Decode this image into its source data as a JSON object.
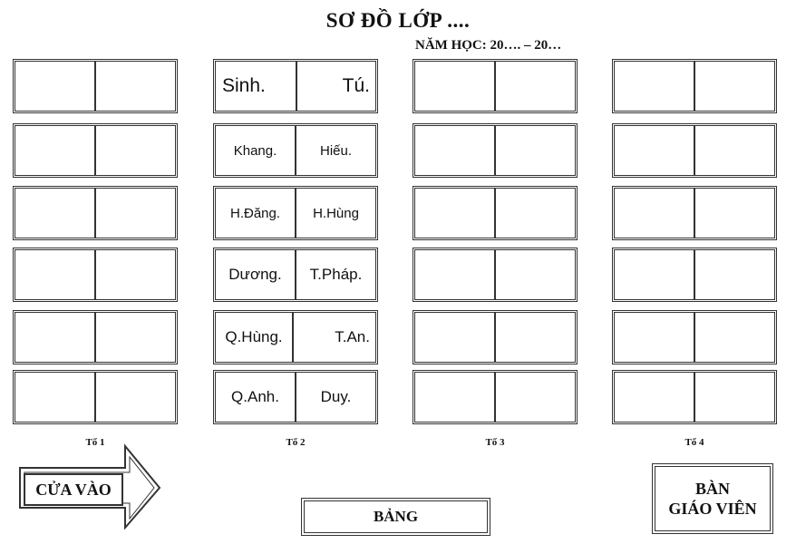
{
  "title": "SƠ ĐỒ LỚP ....",
  "school_year": "NĂM HỌC: 20…. – 20…",
  "groups": [
    {
      "label": "Tổ 1",
      "desks": [
        [
          "",
          ""
        ],
        [
          "",
          ""
        ],
        [
          "",
          ""
        ],
        [
          "",
          ""
        ],
        [
          "",
          ""
        ],
        [
          "",
          ""
        ]
      ]
    },
    {
      "label": "Tổ 2",
      "desks": [
        [
          "Sinh.",
          "Tú."
        ],
        [
          "Khang.",
          "Hiếu."
        ],
        [
          "H.Đăng.",
          "H.Hùng"
        ],
        [
          "Dương.",
          "T.Pháp."
        ],
        [
          "Q.Hùng.",
          "T.An."
        ],
        [
          "Q.Anh.",
          "Duy."
        ]
      ]
    },
    {
      "label": "Tổ 3",
      "desks": [
        [
          "",
          ""
        ],
        [
          "",
          ""
        ],
        [
          "",
          ""
        ],
        [
          "",
          ""
        ],
        [
          "",
          ""
        ],
        [
          "",
          ""
        ]
      ]
    },
    {
      "label": "Tổ 4",
      "desks": [
        [
          "",
          ""
        ],
        [
          "",
          ""
        ],
        [
          "",
          ""
        ],
        [
          "",
          ""
        ],
        [
          "",
          ""
        ],
        [
          "",
          ""
        ]
      ]
    }
  ],
  "entrance_label": "CỬA VÀO",
  "board_label": "BẢNG",
  "teacher_desk": {
    "line1": "BÀN",
    "line2": "GIÁO VIÊN"
  }
}
